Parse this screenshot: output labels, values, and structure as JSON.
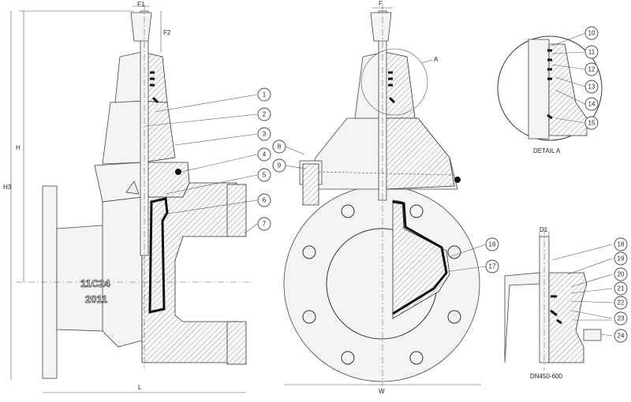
{
  "dimensions": {
    "f1": "F1",
    "f2": "F2",
    "f": "F",
    "h": "H",
    "h3": "H3",
    "l": "L",
    "w": "W",
    "d1": "D1"
  },
  "callouts": [
    "1",
    "2",
    "3",
    "4",
    "5",
    "6",
    "7",
    "8",
    "9",
    "10",
    "11",
    "12",
    "13",
    "14",
    "15",
    "16",
    "17",
    "18",
    "19",
    "20",
    "21",
    "22",
    "23",
    "24"
  ],
  "labels": {
    "detail_marker": "A",
    "detail_title": "DETAIL A",
    "variant_title": "DN450-600",
    "casting_code": "11C24",
    "casting_year": "2011"
  },
  "colors": {
    "line": "#333333",
    "seal": "#111111",
    "background": "#ffffff"
  }
}
